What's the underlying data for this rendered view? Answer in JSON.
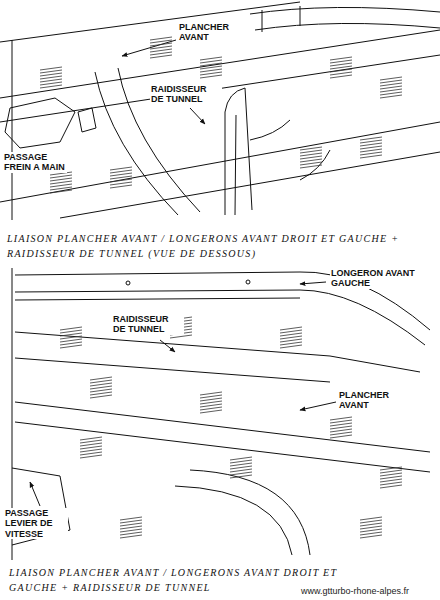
{
  "diagram": {
    "labels": [
      "PLANCHER AVANT",
      "RAIDISSEUR DE TUNNEL",
      "PASSAGE FREIN A MAIN",
      "LIAISON PLANCHER AVANT / LONGERONS AVANT DROIT ET GAUCHE + RAIDISSEUR DE TUNNEL (VUE DE DESSOUS)",
      "LONGERON AVANT GAUCHE",
      "RAIDISSEUR DE TUNNEL",
      "PLANCHER AVANT",
      "PASSAGE LEVIER DE VITESSE",
      "LIAISON PLANCHER AVANT / LONGERONS AVANT DROIT ET GAUCHE + RAIDISSEUR DE TUNNEL",
      "www.gtturbo-rhone-alpes.fr"
    ]
  }
}
